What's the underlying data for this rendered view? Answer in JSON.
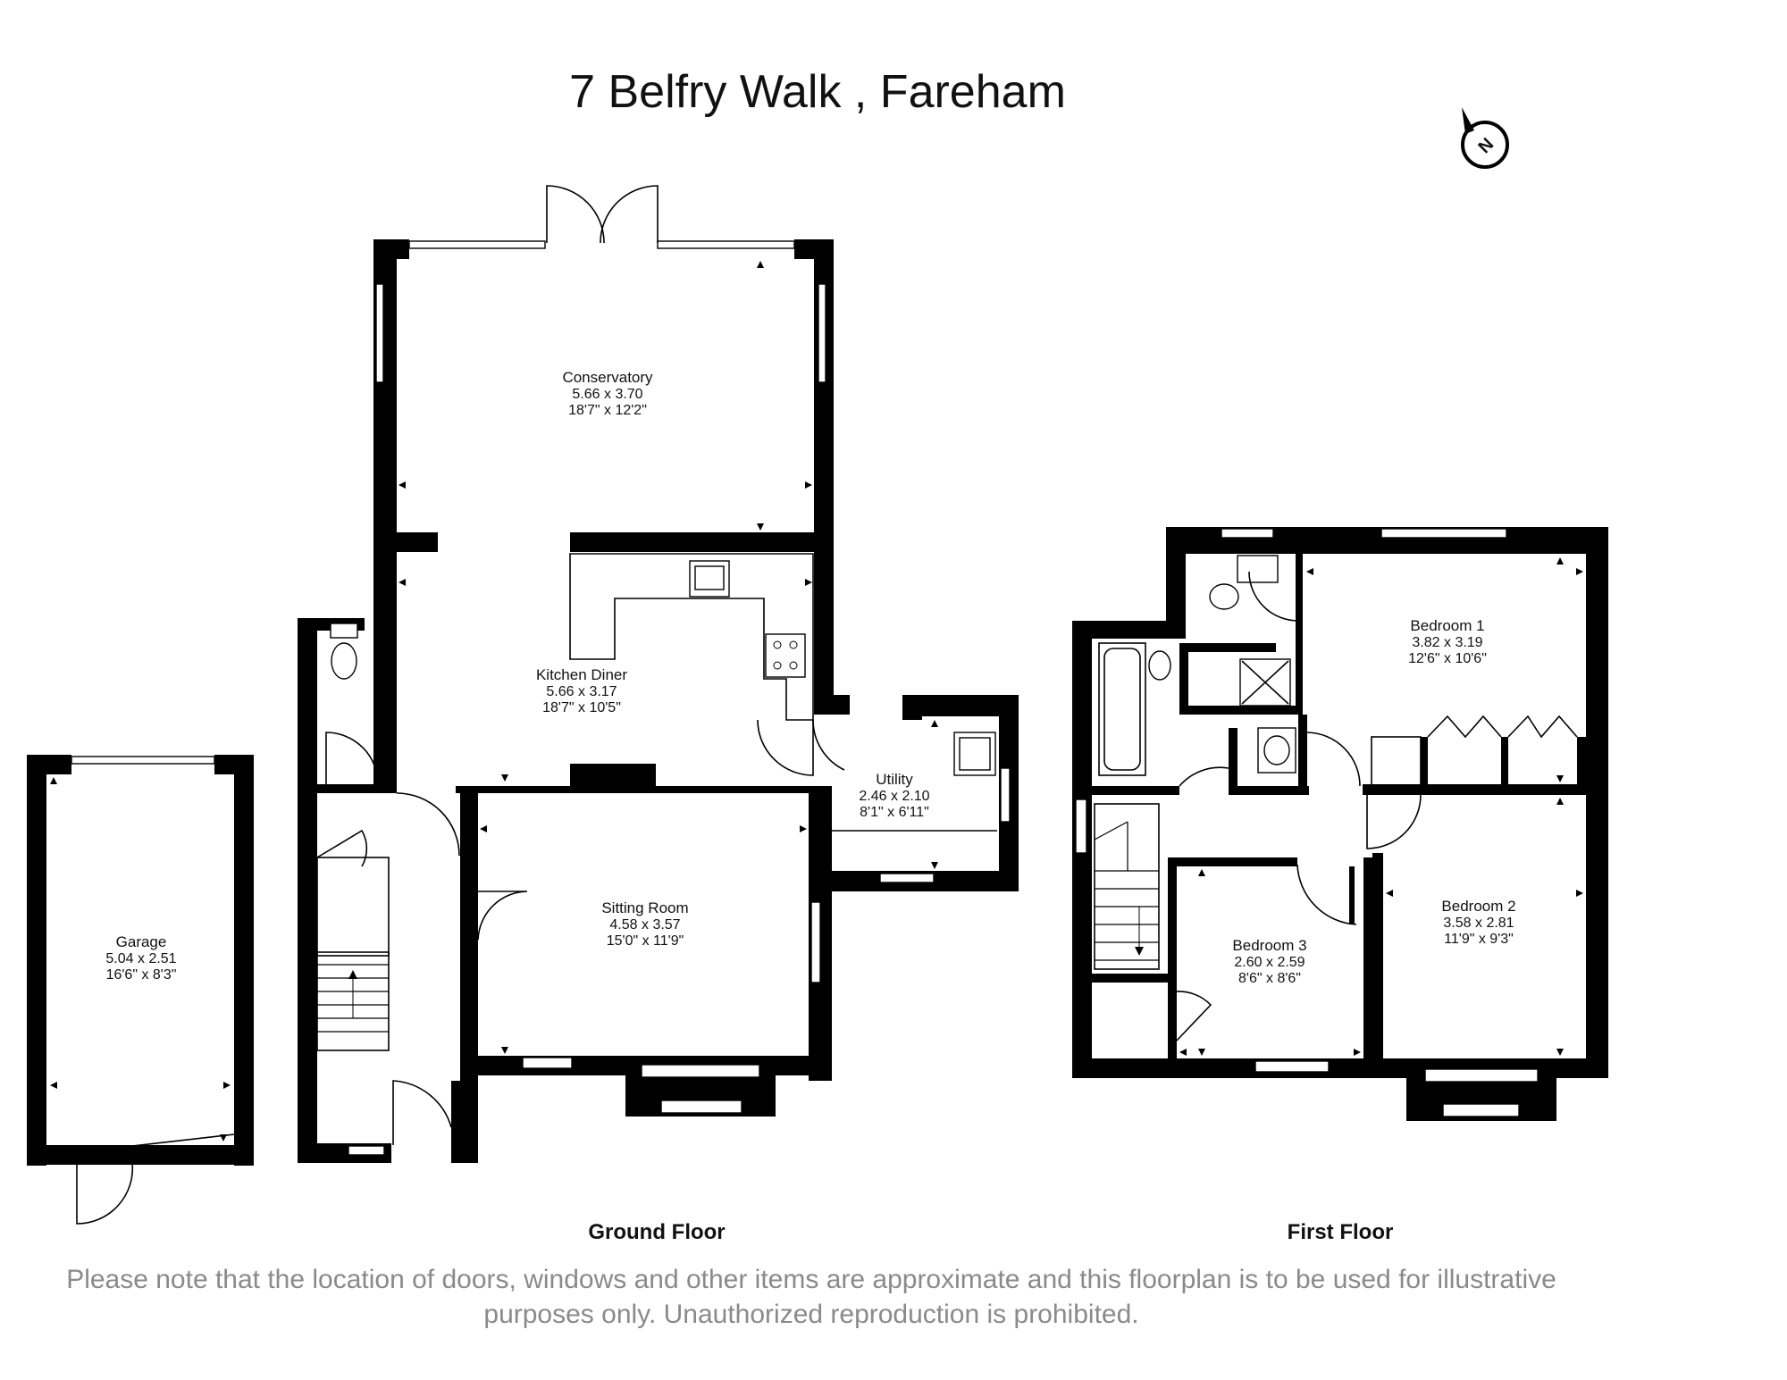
{
  "title": "7 Belfry Walk , Fareham",
  "compass": {
    "label": "N"
  },
  "floors": {
    "ground": "Ground Floor",
    "first": "First Floor"
  },
  "rooms": {
    "conservatory": {
      "name": "Conservatory",
      "metric": "5.66 x 3.70",
      "imperial": "18'7\" x 12'2\""
    },
    "kitchen": {
      "name": "Kitchen Diner",
      "metric": "5.66 x 3.17",
      "imperial": "18'7\" x 10'5\""
    },
    "utility": {
      "name": "Utility",
      "metric": "2.46 x 2.10",
      "imperial": "8'1\" x 6'11\""
    },
    "sitting": {
      "name": "Sitting Room",
      "metric": "4.58 x 3.57",
      "imperial": "15'0\" x 11'9\""
    },
    "garage": {
      "name": "Garage",
      "metric": "5.04 x 2.51",
      "imperial": "16'6\" x 8'3\""
    },
    "bedroom1": {
      "name": "Bedroom 1",
      "metric": "3.82 x 3.19",
      "imperial": "12'6\" x 10'6\""
    },
    "bedroom2": {
      "name": "Bedroom 2",
      "metric": "3.58 x 2.81",
      "imperial": "11'9\" x 9'3\""
    },
    "bedroom3": {
      "name": "Bedroom 3",
      "metric": "2.60 x 2.59",
      "imperial": "8'6\" x 8'6\""
    }
  },
  "disclaimer": {
    "line1": "Please note that the location of doors, windows and other items are approximate and this floorplan is to be used for illustrative",
    "line2": "purposes only. Unauthorized reproduction is prohibited."
  }
}
